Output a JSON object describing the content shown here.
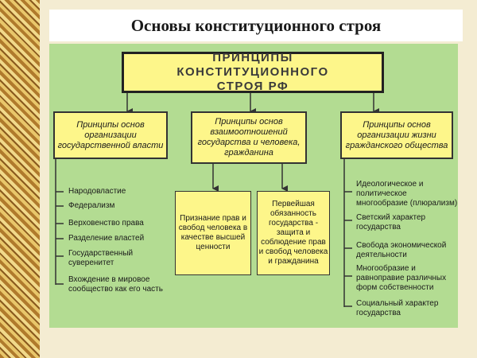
{
  "title": "Основы конституционного строя",
  "main": "ПРИНЦИПЫ КОНСТИТУЦИОННОГО СТРОЯ РФ",
  "columns": {
    "left": {
      "header": "Принципы основ организации государственной власти",
      "items": [
        "Народовластие",
        "Федерализм",
        "Верховенство права",
        "Разделение властей",
        "Государственный суверенитет",
        "Вхождение в мировое сообщество как его часть"
      ]
    },
    "middle": {
      "header": "Принципы основ взаимоотношений государства и человека, гражданина",
      "sub1": "Признание прав и свобод человека в качестве высшей ценности",
      "sub2": "Первейшая обязанность государства - защита и соблюдение прав и свобод человека и гражданина"
    },
    "right": {
      "header": "Принципы основ организации жизни гражданского общества",
      "items": [
        "Идеологическое и политическое многообразие (плюрализм)",
        "Светский характер государства",
        "Свобода экономической деятельности",
        "Многообразие и равноправие различных форм собственности",
        "Социальный характер государства"
      ]
    }
  }
}
